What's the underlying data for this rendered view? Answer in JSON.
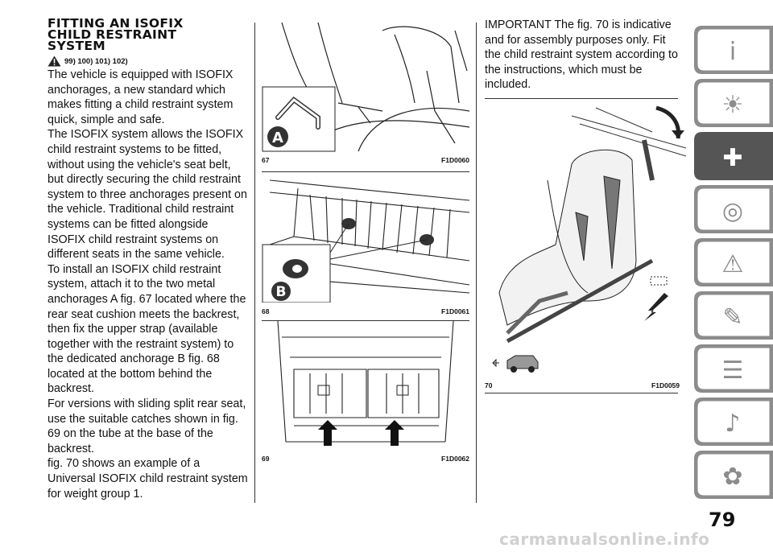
{
  "section": {
    "title_lines": [
      "FITTING AN ISOFIX",
      "CHILD RESTRAINT",
      "SYSTEM"
    ],
    "warning_refs": "99) 100) 101) 102)",
    "paragraphs": [
      "The vehicle is equipped with ISOFIX anchorages, a new standard which makes fitting a child restraint system quick, simple and safe.",
      "The ISOFIX system allows the ISOFIX child restraint systems to be fitted, without using the vehicle's seat belt, but directly securing the child restraint system to three anchorages present on the vehicle. Traditional child restraint systems can be fitted alongside ISOFIX child restraint systems on different seats in the same vehicle.",
      "To install an ISOFIX child restraint system, attach it to the two metal anchorages A fig. 67 located where the rear seat cushion meets the backrest, then fix the upper strap (available together with the restraint system) to the dedicated anchorage B fig. 68 located at the bottom behind the backrest.",
      "For versions with sliding split rear seat, use the suitable catches shown in fig. 69 on the tube at the base of the backrest.",
      "fig. 70 shows an example of a Universal ISOFIX child restraint system for weight group 1."
    ],
    "important": "IMPORTANT The fig. 70 is indicative and for assembly purposes only. Fit the child restraint system according to the instructions, which must be included."
  },
  "figures": [
    {
      "number": "67",
      "code": "F1D0060",
      "label": "A"
    },
    {
      "number": "68",
      "code": "F1D0061",
      "label": "B"
    },
    {
      "number": "69",
      "code": "F1D0062"
    },
    {
      "number": "70",
      "code": "F1D0059"
    }
  ],
  "side_tabs": [
    "car-info-icon",
    "warning-lights-icon",
    "safety-airbag-icon",
    "starting-driving-icon",
    "emergency-icon",
    "maintenance-icon",
    "technical-data-icon",
    "multimedia-icon",
    "index-icon"
  ],
  "colors": {
    "tab_gray": "#8c8c8c",
    "tab_active": "#555555"
  },
  "page_number": "79",
  "watermark": "carmanualsonline.info"
}
